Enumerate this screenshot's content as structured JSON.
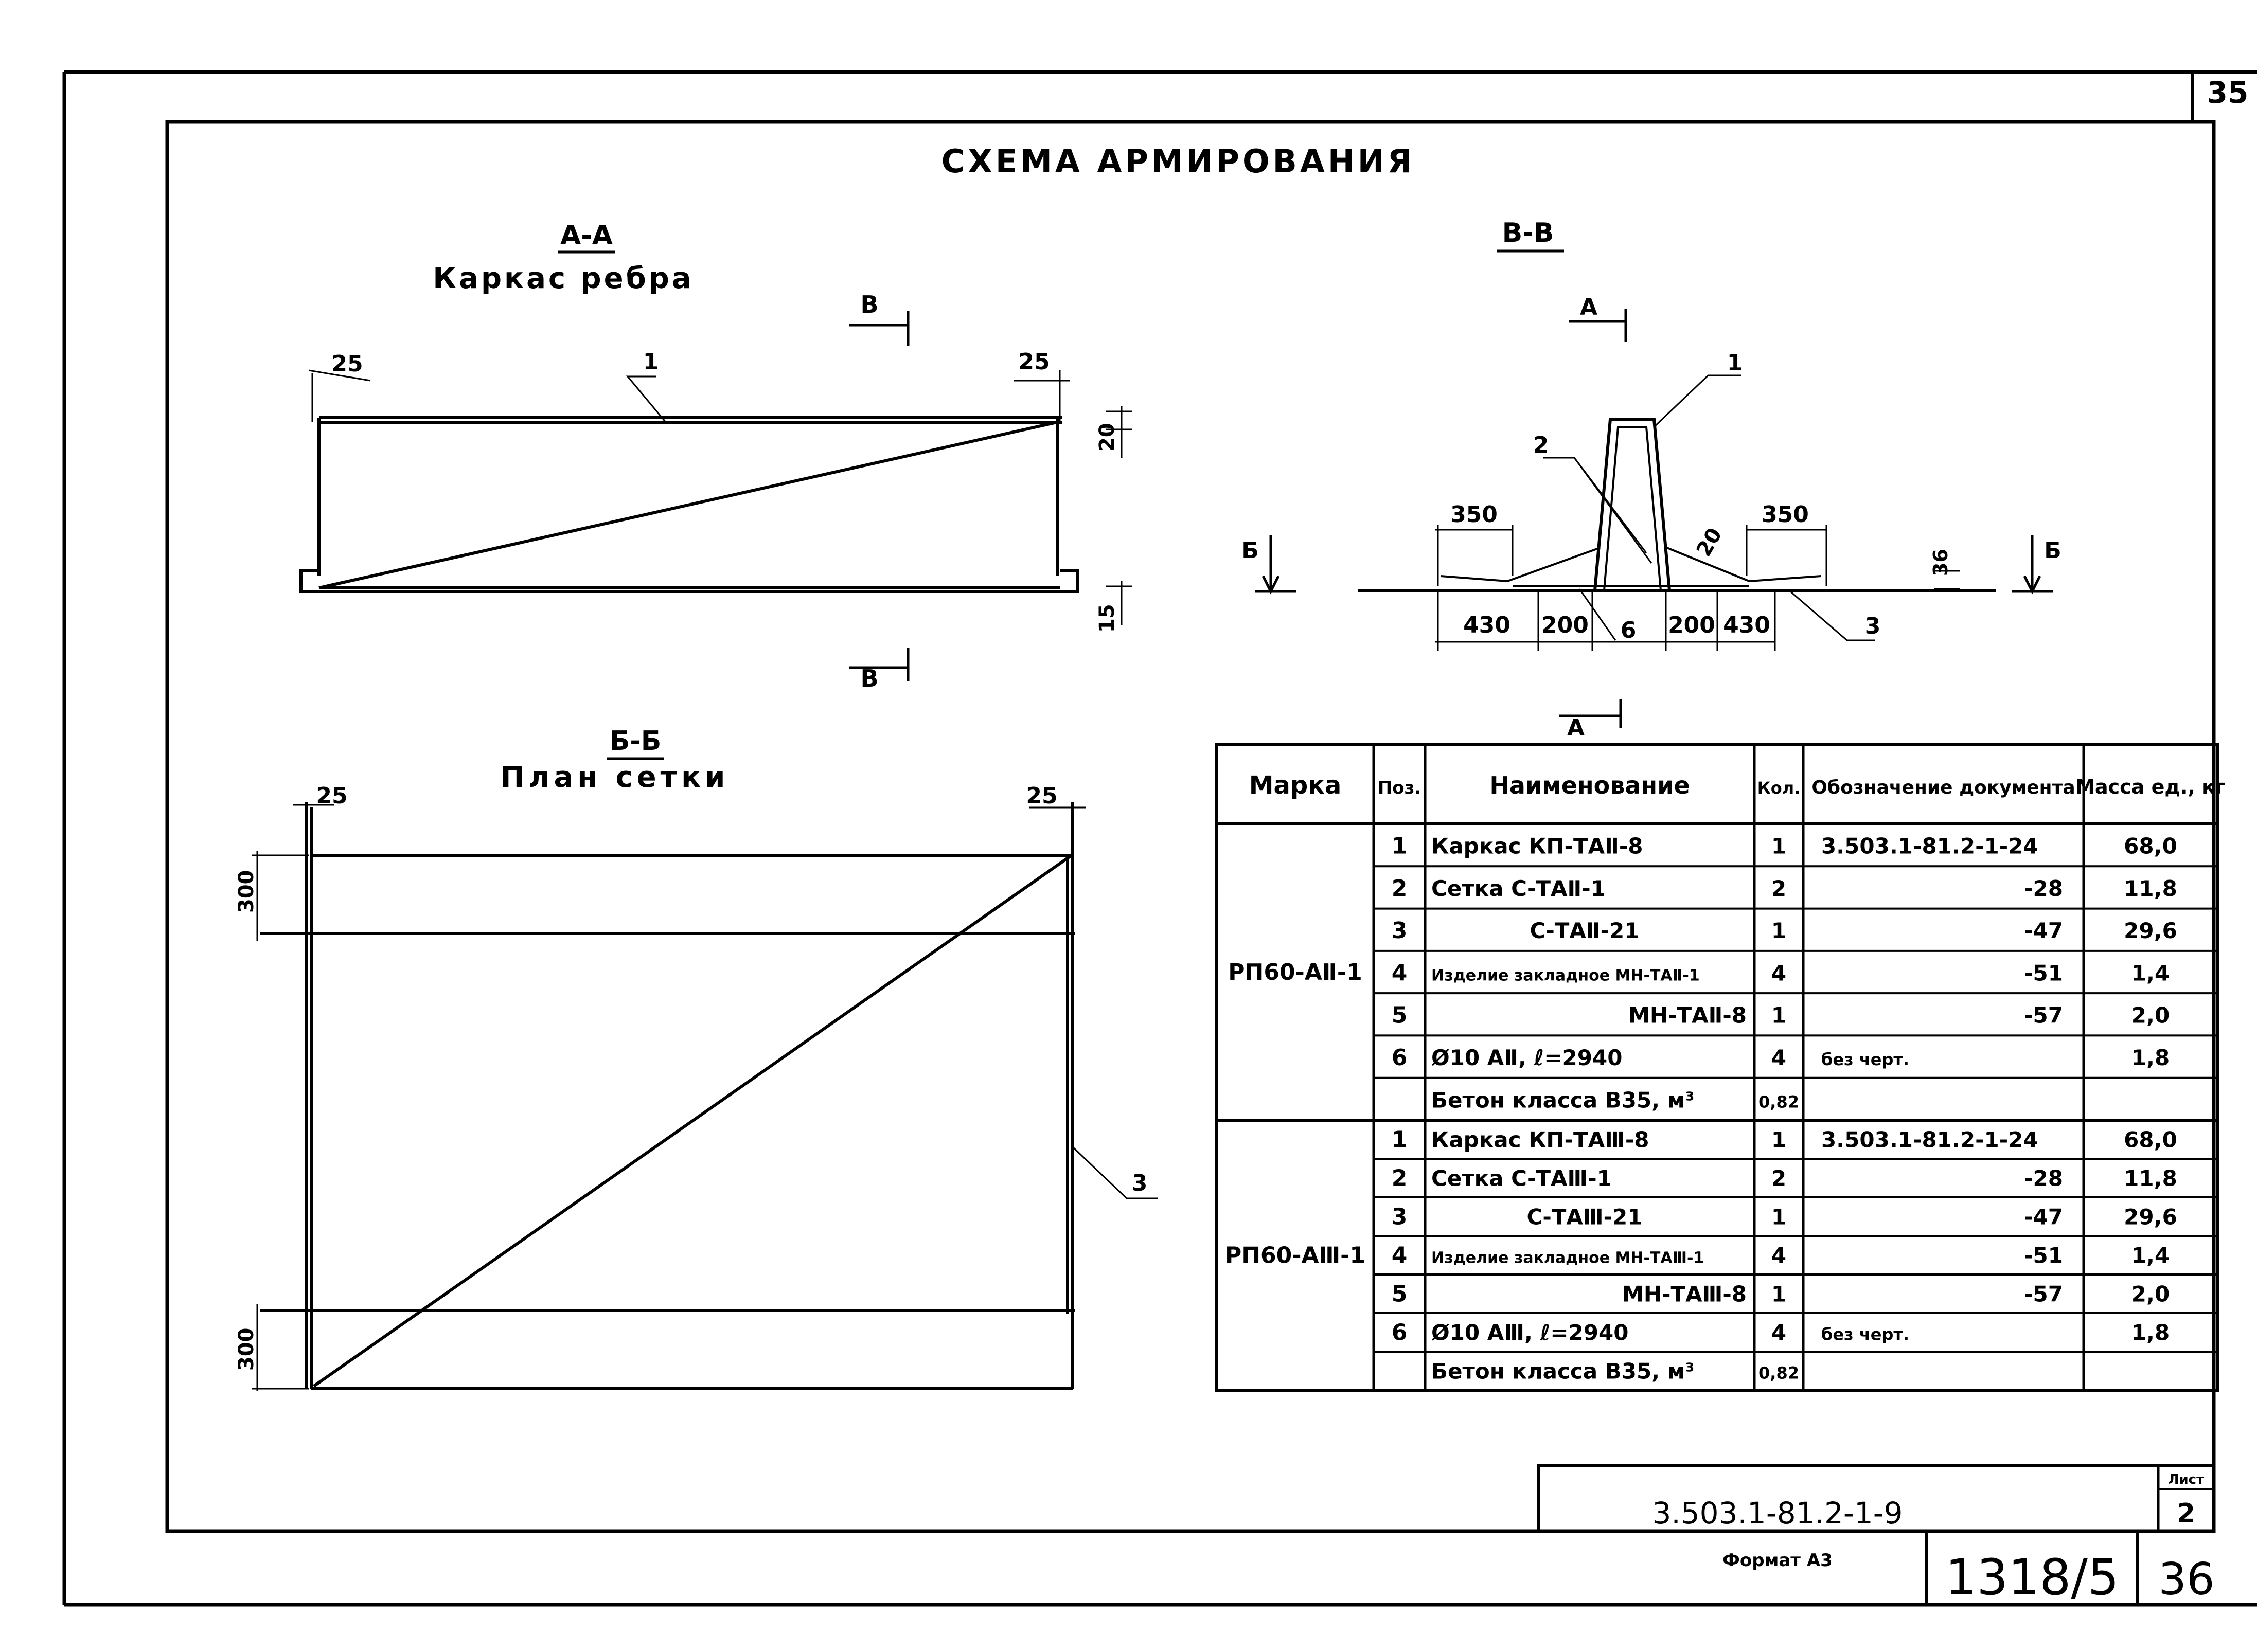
{
  "sheet_corner_number": "35",
  "title": "СХЕМА АРМИРОВАНИЯ",
  "section_aa": {
    "label": "А-А",
    "caption": "Каркас ребра",
    "dims": {
      "left": "25",
      "right": "25",
      "top": "20",
      "bottom": "15"
    },
    "pos_label": "1",
    "cut_label_top": "В",
    "cut_label_bottom": "В"
  },
  "section_vv": {
    "label": "В-В",
    "dims": {
      "left_top": "350",
      "right_top": "350",
      "slope": "20",
      "height": "36",
      "b1": "430",
      "b2": "200",
      "b3": "6",
      "b4": "200",
      "b5": "430"
    },
    "pos_labels": [
      "1",
      "2",
      "3"
    ],
    "cut_label_top": "А",
    "cut_label_bottom": "А",
    "side_labels": [
      "Б",
      "Б"
    ]
  },
  "section_bb": {
    "label": "Б-Б",
    "caption": "План сетки",
    "dims": {
      "left": "25",
      "right": "25",
      "top": "300",
      "bottom": "300"
    },
    "pos_label": "3"
  },
  "spec_table": {
    "headers": [
      "Марка",
      "Поз.",
      "Наименование",
      "Кол.",
      "Обозначение документа",
      "Масса ед., кг"
    ],
    "groups": [
      {
        "mark": "РП60-АⅡ-1",
        "rows": [
          {
            "pos": "1",
            "name": "Каркас КП-ТАⅡ-8",
            "qty": "1",
            "doc": "3.503.1-81.2-1-24",
            "mass": "68,0"
          },
          {
            "pos": "2",
            "name": "Сетка С-ТАⅡ-1",
            "qty": "2",
            "doc": "-28",
            "mass": "11,8"
          },
          {
            "pos": "3",
            "name": "С-ТАⅡ-21",
            "qty": "1",
            "doc": "-47",
            "mass": "29,6"
          },
          {
            "pos": "4",
            "name": "Изделие закладное МН-ТАⅡ-1",
            "qty": "4",
            "doc": "-51",
            "mass": "1,4"
          },
          {
            "pos": "5",
            "name": "МН-ТАⅡ-8",
            "qty": "1",
            "doc": "-57",
            "mass": "2,0"
          },
          {
            "pos": "6",
            "name": "Ø10 АⅡ, ℓ=2940",
            "qty": "4",
            "doc": "без черт.",
            "mass": "1,8"
          },
          {
            "pos": "",
            "name": "Бетон класса В35, м³",
            "qty": "0,82",
            "doc": "",
            "mass": ""
          }
        ]
      },
      {
        "mark": "РП60-АⅢ-1",
        "rows": [
          {
            "pos": "1",
            "name": "Каркас КП-ТАⅢ-8",
            "qty": "1",
            "doc": "3.503.1-81.2-1-24",
            "mass": "68,0"
          },
          {
            "pos": "2",
            "name": "Сетка С-ТАⅢ-1",
            "qty": "2",
            "doc": "-28",
            "mass": "11,8"
          },
          {
            "pos": "3",
            "name": "С-ТАⅢ-21",
            "qty": "1",
            "doc": "-47",
            "mass": "29,6"
          },
          {
            "pos": "4",
            "name": "Изделие закладное МН-ТАⅢ-1",
            "qty": "4",
            "doc": "-51",
            "mass": "1,4"
          },
          {
            "pos": "5",
            "name": "МН-ТАⅢ-8",
            "qty": "1",
            "doc": "-57",
            "mass": "2,0"
          },
          {
            "pos": "6",
            "name": "Ø10 АⅢ, ℓ=2940",
            "qty": "4",
            "doc": "без черт.",
            "mass": "1,8"
          },
          {
            "pos": "",
            "name": "Бетон класса В35, м³",
            "qty": "0,82",
            "doc": "",
            "mass": ""
          }
        ]
      }
    ]
  },
  "title_block": {
    "code": "3.503.1-81.2-1-9",
    "sheet_label": "Лист",
    "sheet_number": "2"
  },
  "format_note": "Формат А3",
  "album_code": "1318/5",
  "page_number": "36"
}
